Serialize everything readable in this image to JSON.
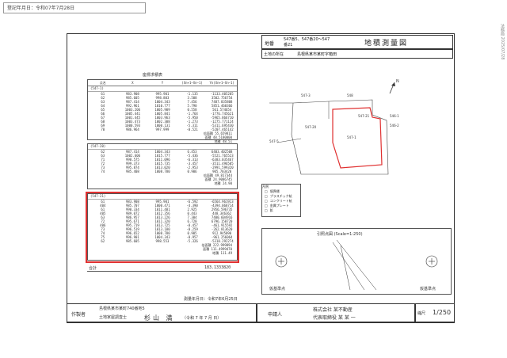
{
  "header": {
    "stamp_text": "登記年月日：令和07年7月28日",
    "side_text": "法務局 2025/07/28"
  },
  "title_block": {
    "chiban_label": "地番",
    "chiban_value": "547番5、547番20～547番21",
    "title": "地積測量図",
    "location_label": "土地の所在",
    "location_value": "島根県某市某町字箱田"
  },
  "tables": {
    "title": "座標求積表",
    "col_headers": [
      "点名",
      "X",
      "Y",
      "(Xn+1−Xn−1)",
      "Yn(Xn+1−Xn−1)"
    ],
    "group1": {
      "name": "(547-1)",
      "rows": [
        [
          "61",
          "983.908",
          "995.901",
          "-1.135",
          "-1133.405205"
        ],
        [
          "62",
          "985.605",
          "998.803",
          "3.508",
          "3502.756754"
        ],
        [
          "63",
          "987.414",
          "1004.343",
          "7.456",
          "7487.835808"
        ],
        [
          "64",
          "992.961",
          "1010.777",
          "5.790",
          "5851.460366"
        ],
        [
          "65",
          "1003.206",
          "1005.909",
          "0.558",
          "561.574654"
        ],
        [
          "66",
          "1005.441",
          "1005.841",
          "-1.764",
          "-1776.745621"
        ],
        [
          "67",
          "1001.445",
          "1003.963",
          "-5.950",
          "-5965.866710"
        ],
        [
          "68",
          "1003.473",
          "1002.308",
          "-1.273",
          "-1275.771124"
        ],
        [
          "69",
          "1000.593",
          "1000.131",
          "-5.311",
          "-5311.695430"
        ],
        [
          "70",
          "986.964",
          "997.999",
          "-0.521",
          "-5207.465142"
        ]
      ],
      "footer": [
        "倍面積 55.659811",
        "面積 48.5180000",
        "地積 48.51"
      ]
    },
    "group2": {
      "name": "(547-20)",
      "rows": [
        [
          "62",
          "987.414",
          "1004.343",
          "6.453",
          "6403.402508"
        ],
        [
          "63",
          "1002.606",
          "1015.777",
          "-5.436",
          "-5521.765523"
        ],
        [
          "71",
          "998.575",
          "1011.096",
          "-6.313",
          "-6383.035467"
        ],
        [
          "72",
          "999.373",
          "1015.735",
          "-3.457",
          "-3511.496505"
        ],
        [
          "73",
          "995.874",
          "1013.020",
          "-2.953",
          "-2991.599320"
        ],
        [
          "74",
          "985.408",
          "1008.780",
          "0.906",
          "905.703420"
        ]
      ],
      "footer": [
        "倍面積 49.817344",
        "面積 24.9086745",
        "地積 24.90"
      ]
    },
    "group3": {
      "name": "(547-21)",
      "rows": [
        [
          "61",
          "983.908",
          "995.901",
          "-6.592",
          "-6564.961913"
        ],
        [
          "404",
          "985.707",
          "1000.471",
          "-4.390",
          "-4394.068714"
        ],
        [
          "61",
          "990.334",
          "1011.481",
          "2.925",
          "2956.596735"
        ],
        [
          "405",
          "989.072",
          "1012.356",
          "0.443",
          "448.346362"
        ],
        [
          "63",
          "986.957",
          "1013.226",
          "7.304",
          "7400.604916"
        ],
        [
          "72",
          "995.671",
          "1011.320",
          "6.720",
          "6796.150720"
        ],
        [
          "406",
          "995.719",
          "1013.725",
          "-0.457",
          "-461.915592"
        ],
        [
          "73",
          "996.519",
          "1013.180",
          "-0.259",
          "-262.813620"
        ],
        [
          "74",
          "996.652",
          "1008.780",
          "0.905",
          "912.945090"
        ],
        [
          "75",
          "996.901",
          "1004.343",
          "-0.957",
          "-961.256064"
        ],
        [
          "62",
          "985.605",
          "998.553",
          "-5.326",
          "-5318.292274"
        ]
      ],
      "footer": [
        "倍面積 222.999894",
        "面積 111.4999470",
        "地積 111.49"
      ]
    },
    "total_label": "合計",
    "total_value": "183.1333820"
  },
  "map": {
    "parcels": [
      "547-1",
      "547-20",
      "547-21"
    ],
    "neighbors": [
      "548",
      "546-1",
      "546-2",
      "547-5",
      "547-3"
    ],
    "compass_label": "N"
  },
  "legend": {
    "title": "凡例",
    "items": [
      "境界標",
      "プラスチック杭",
      "コンクリート杭",
      "金属プレート",
      "鋲"
    ]
  },
  "reference": {
    "title": "引照点図 (Scale=1:250)",
    "left_label": "仮基準点",
    "right_label": "仮基準点"
  },
  "survey_date": "測量年月日：令和7年6月25日",
  "bottom": {
    "author_label": "作製者",
    "author_address": "島根県某市某町740番地5",
    "author_title": "土地家屋調査士",
    "author_name": "杉山 満",
    "date_label": "（令和 7 年 7 月 日）",
    "applicant_label": "申請人",
    "applicant_company": "株式会社 某不動産",
    "applicant_rep": "代表取締役 某 某 一",
    "scale_label": "縮尺",
    "scale_value": "1/250"
  },
  "colors": {
    "highlight": "#e03030",
    "line": "#333333"
  }
}
